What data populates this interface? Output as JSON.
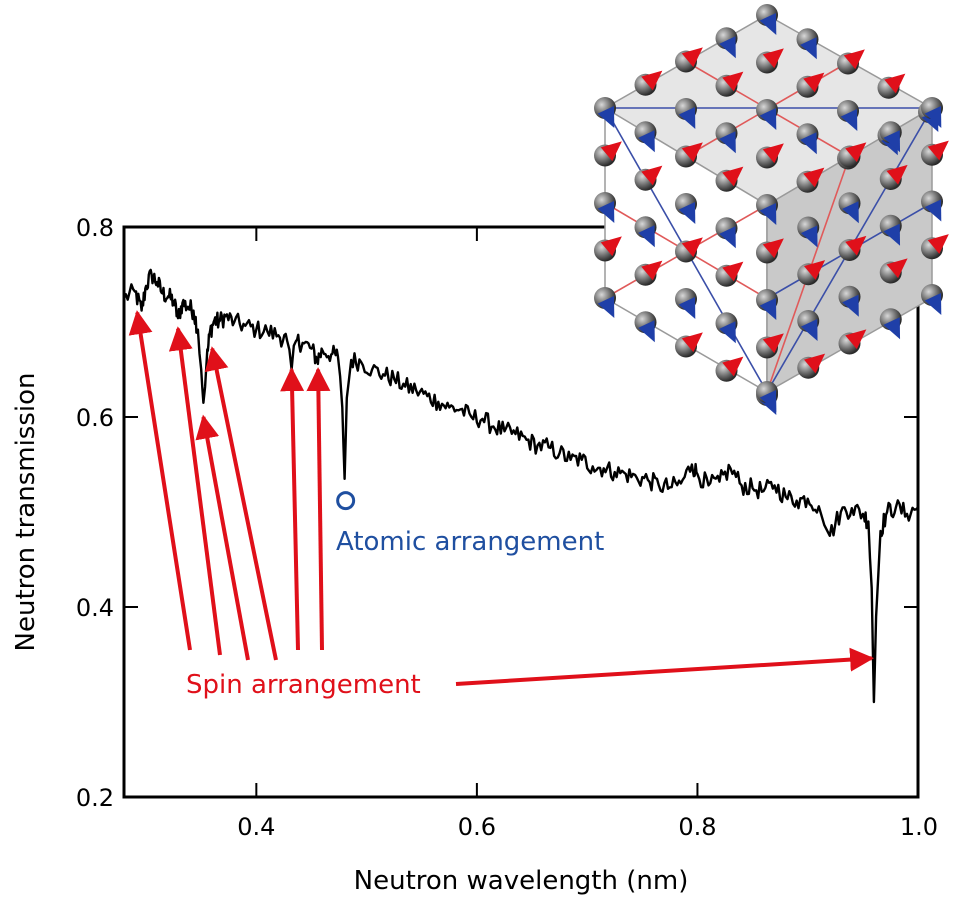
{
  "chart_data": {
    "type": "line",
    "title": "",
    "xlabel": "Neutron wavelength (nm)",
    "ylabel": "Neutron transmission",
    "xlim": [
      0.28,
      1.0
    ],
    "ylim": [
      0.2,
      0.8
    ],
    "xticks": [
      {
        "value": 0.4,
        "label": "0.4"
      },
      {
        "value": 0.6,
        "label": "0.6"
      },
      {
        "value": 0.8,
        "label": "0.8"
      },
      {
        "value": 1.0,
        "label": "1.0"
      }
    ],
    "yticks": [
      {
        "value": 0.2,
        "label": "0.2"
      },
      {
        "value": 0.4,
        "label": "0.4"
      },
      {
        "value": 0.6,
        "label": "0.6"
      },
      {
        "value": 0.8,
        "label": "0.8"
      }
    ],
    "grid": false,
    "series": [
      {
        "color": "#000000",
        "points": [
          [
            0.28,
            0.725
          ],
          [
            0.29,
            0.732
          ],
          [
            0.296,
            0.712
          ],
          [
            0.3,
            0.738
          ],
          [
            0.305,
            0.75
          ],
          [
            0.31,
            0.742
          ],
          [
            0.315,
            0.73
          ],
          [
            0.32,
            0.727
          ],
          [
            0.325,
            0.722
          ],
          [
            0.329,
            0.704
          ],
          [
            0.333,
            0.72
          ],
          [
            0.338,
            0.716
          ],
          [
            0.343,
            0.712
          ],
          [
            0.347,
            0.692
          ],
          [
            0.35,
            0.65
          ],
          [
            0.352,
            0.615
          ],
          [
            0.355,
            0.66
          ],
          [
            0.358,
            0.69
          ],
          [
            0.362,
            0.702
          ],
          [
            0.366,
            0.7
          ],
          [
            0.372,
            0.706
          ],
          [
            0.38,
            0.7
          ],
          [
            0.39,
            0.696
          ],
          [
            0.4,
            0.692
          ],
          [
            0.41,
            0.69
          ],
          [
            0.42,
            0.686
          ],
          [
            0.428,
            0.68
          ],
          [
            0.432,
            0.65
          ],
          [
            0.436,
            0.68
          ],
          [
            0.442,
            0.678
          ],
          [
            0.45,
            0.672
          ],
          [
            0.455,
            0.66
          ],
          [
            0.46,
            0.67
          ],
          [
            0.468,
            0.666
          ],
          [
            0.474,
            0.664
          ],
          [
            0.478,
            0.61
          ],
          [
            0.48,
            0.535
          ],
          [
            0.482,
            0.62
          ],
          [
            0.486,
            0.66
          ],
          [
            0.495,
            0.658
          ],
          [
            0.505,
            0.65
          ],
          [
            0.515,
            0.645
          ],
          [
            0.525,
            0.64
          ],
          [
            0.535,
            0.632
          ],
          [
            0.545,
            0.628
          ],
          [
            0.555,
            0.622
          ],
          [
            0.565,
            0.616
          ],
          [
            0.575,
            0.61
          ],
          [
            0.585,
            0.608
          ],
          [
            0.595,
            0.6
          ],
          [
            0.605,
            0.598
          ],
          [
            0.615,
            0.59
          ],
          [
            0.625,
            0.585
          ],
          [
            0.635,
            0.582
          ],
          [
            0.645,
            0.576
          ],
          [
            0.655,
            0.57
          ],
          [
            0.665,
            0.568
          ],
          [
            0.675,
            0.562
          ],
          [
            0.685,
            0.555
          ],
          [
            0.695,
            0.555
          ],
          [
            0.705,
            0.548
          ],
          [
            0.715,
            0.546
          ],
          [
            0.725,
            0.542
          ],
          [
            0.735,
            0.54
          ],
          [
            0.745,
            0.536
          ],
          [
            0.755,
            0.534
          ],
          [
            0.765,
            0.528
          ],
          [
            0.775,
            0.526
          ],
          [
            0.785,
            0.53
          ],
          [
            0.795,
            0.55
          ],
          [
            0.8,
            0.54
          ],
          [
            0.81,
            0.528
          ],
          [
            0.82,
            0.532
          ],
          [
            0.83,
            0.546
          ],
          [
            0.84,
            0.528
          ],
          [
            0.85,
            0.525
          ],
          [
            0.86,
            0.522
          ],
          [
            0.87,
            0.528
          ],
          [
            0.88,
            0.516
          ],
          [
            0.89,
            0.512
          ],
          [
            0.9,
            0.514
          ],
          [
            0.91,
            0.506
          ],
          [
            0.92,
            0.475
          ],
          [
            0.93,
            0.5
          ],
          [
            0.94,
            0.504
          ],
          [
            0.95,
            0.498
          ],
          [
            0.955,
            0.49
          ],
          [
            0.958,
            0.42
          ],
          [
            0.96,
            0.3
          ],
          [
            0.962,
            0.39
          ],
          [
            0.966,
            0.48
          ],
          [
            0.972,
            0.5
          ],
          [
            0.98,
            0.505
          ],
          [
            0.99,
            0.498
          ],
          [
            1.0,
            0.505
          ]
        ]
      }
    ],
    "annotations": {
      "atomic": {
        "text": "Atomic arrangement",
        "color": "#1f4fa0",
        "marker_x": 0.481,
        "marker_y": 0.512
      },
      "spin": {
        "text": "Spin arrangement",
        "color": "#e0101a",
        "targets": [
          {
            "x": 0.292,
            "y": 0.71
          },
          {
            "x": 0.329,
            "y": 0.693
          },
          {
            "x": 0.352,
            "y": 0.6
          },
          {
            "x": 0.36,
            "y": 0.672
          },
          {
            "x": 0.432,
            "y": 0.65
          },
          {
            "x": 0.456,
            "y": 0.65
          },
          {
            "x": 0.958,
            "y": 0.346
          }
        ]
      }
    },
    "colors": {
      "spin_up_red": "#e0101a",
      "spin_blue": "#1f3fa8",
      "cube_face": "#e6e6e6"
    }
  }
}
